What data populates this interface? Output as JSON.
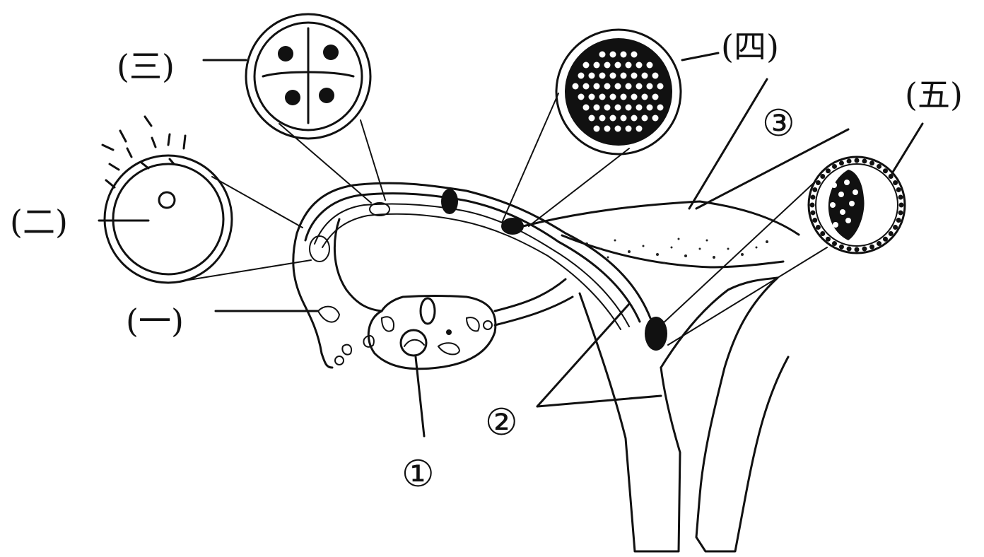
{
  "labels": {
    "stage_1": "(一)",
    "stage_2": "(二)",
    "stage_3": "(三)",
    "stage_4": "(四)",
    "stage_5": "(五)",
    "part_1": "①",
    "part_2": "②",
    "part_3": "③"
  }
}
